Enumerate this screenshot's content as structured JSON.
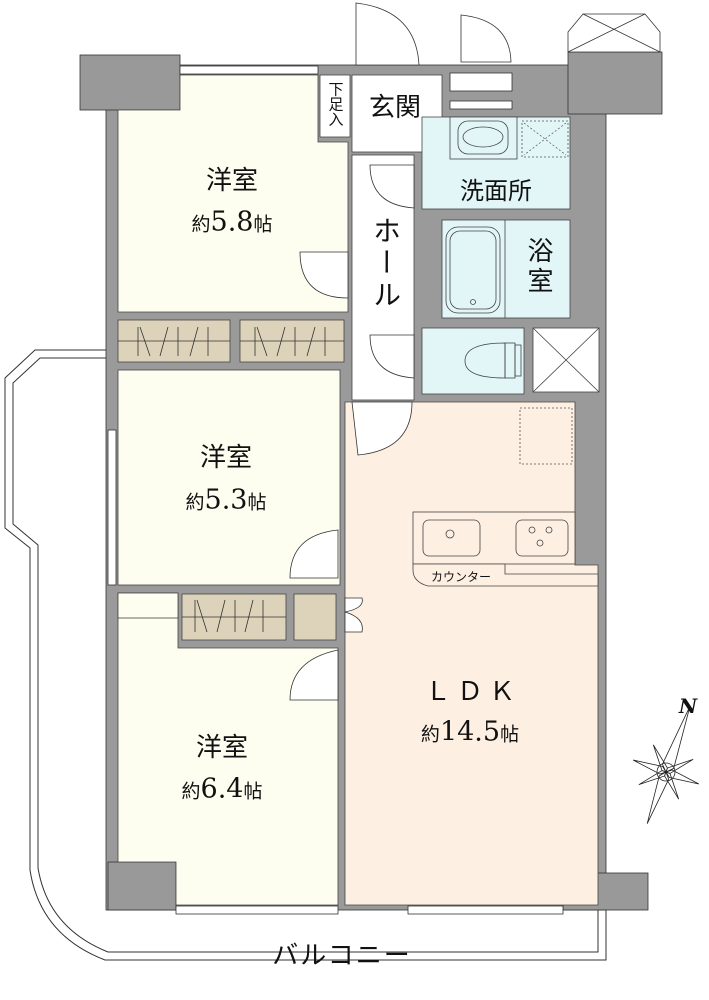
{
  "colors": {
    "wall": "#9a9a9a",
    "bedroom_floor": "#fdfdf0",
    "ldk_floor": "#fdf0e2",
    "wet_area": "#e2f5f7",
    "closet": "#ddd3bb",
    "line": "#333333"
  },
  "rooms": {
    "bedroom1": {
      "name": "洋室",
      "prefix": "約",
      "size": "5.8",
      "unit": "帖"
    },
    "bedroom2": {
      "name": "洋室",
      "prefix": "約",
      "size": "5.3",
      "unit": "帖"
    },
    "bedroom3": {
      "name": "洋室",
      "prefix": "約",
      "size": "6.4",
      "unit": "帖"
    },
    "ldk": {
      "name": "ＬＤＫ",
      "prefix": "約",
      "size": "14.5",
      "unit": "帖"
    },
    "entrance": {
      "name": "玄関"
    },
    "shoe_box": {
      "name": "下足入"
    },
    "washroom": {
      "name": "洗面所"
    },
    "bathroom": {
      "name": "浴室"
    },
    "hall": {
      "name": "ホール"
    },
    "counter": {
      "name": "カウンター"
    },
    "balcony": {
      "name": "バルコニー"
    }
  },
  "compass": {
    "label": "N"
  }
}
